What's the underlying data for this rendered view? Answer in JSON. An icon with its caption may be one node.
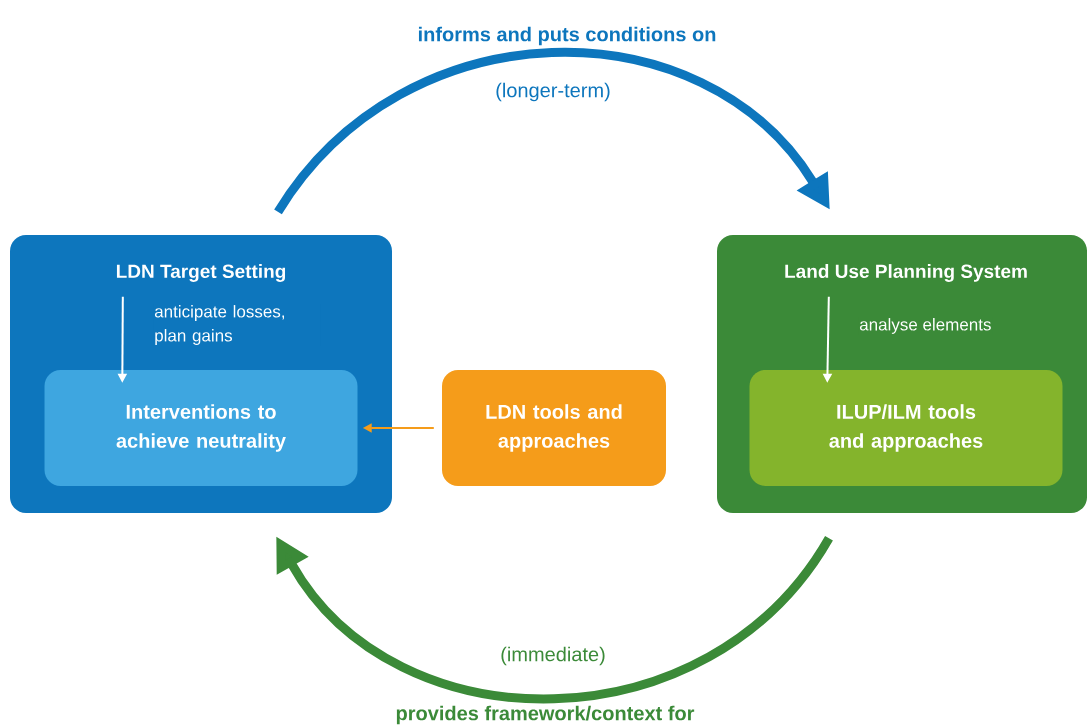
{
  "diagram": {
    "nodes": [
      {
        "text": [
          "LDN Target Setting"
        ]
      },
      {
        "text": [
          "Interventions to achieve neutrality"
        ],
        "in": 0
      },
      {
        "text": [
          "LDN tools and approaches"
        ]
      },
      {
        "text": [
          "Land Use Planning System"
        ]
      },
      {
        "text": [
          "ILUP/ILM tools and approaches"
        ],
        "in": 3
      }
    ],
    "edges": [
      {
        "from": 0,
        "to": 1,
        "arrow": "to",
        "label": "anticipate losses, plan gains",
        "color": "#ffffff"
      },
      {
        "from": 3,
        "to": 4,
        "arrow": "to",
        "label": "analyse elements",
        "color": "#ffffff"
      },
      {
        "from": 2,
        "to": 1,
        "arrow": "to",
        "color": "#f59c1a"
      },
      {
        "from": 0,
        "to": 3,
        "arrow": "to",
        "label": "informs and puts conditions on",
        "style": "thick",
        "color": "#0d76bd"
      },
      {
        "from": 3,
        "to": 0,
        "arrow": "to",
        "label": "provides framework/context for",
        "style": "thick",
        "color": "#3b8a38"
      }
    ],
    "labels": [
      "(longer-term)",
      "(immediate)"
    ]
  }
}
